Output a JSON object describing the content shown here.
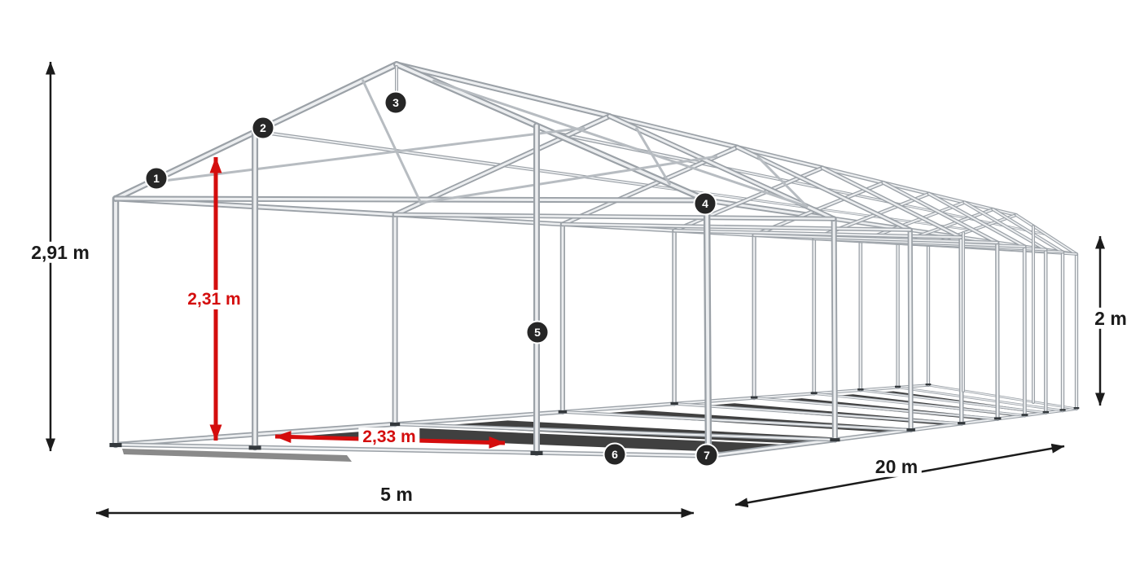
{
  "title": "Tent frame dimension diagram",
  "colors": {
    "background": "#ffffff",
    "tube_dark": "#9ba1a7",
    "tube_light": "#eceef0",
    "brace": "#b7bcc1",
    "plate": "#33383c",
    "shadow": "#161616",
    "marker_bg": "#262626",
    "marker_text": "#ffffff",
    "dim_black": "#1b1b1b",
    "dim_red": "#d40d0d"
  },
  "dimensions": {
    "total_height": {
      "label": "2,91 m"
    },
    "entrance_height": {
      "label": "2,31 m"
    },
    "entrance_width": {
      "label": "2,33 m"
    },
    "width": {
      "label": "5 m"
    },
    "length": {
      "label": "20 m"
    },
    "side_height": {
      "label": "2 m"
    }
  },
  "markers": [
    {
      "n": "1"
    },
    {
      "n": "2"
    },
    {
      "n": "3"
    },
    {
      "n": "4"
    },
    {
      "n": "5"
    },
    {
      "n": "6"
    },
    {
      "n": "7"
    }
  ]
}
